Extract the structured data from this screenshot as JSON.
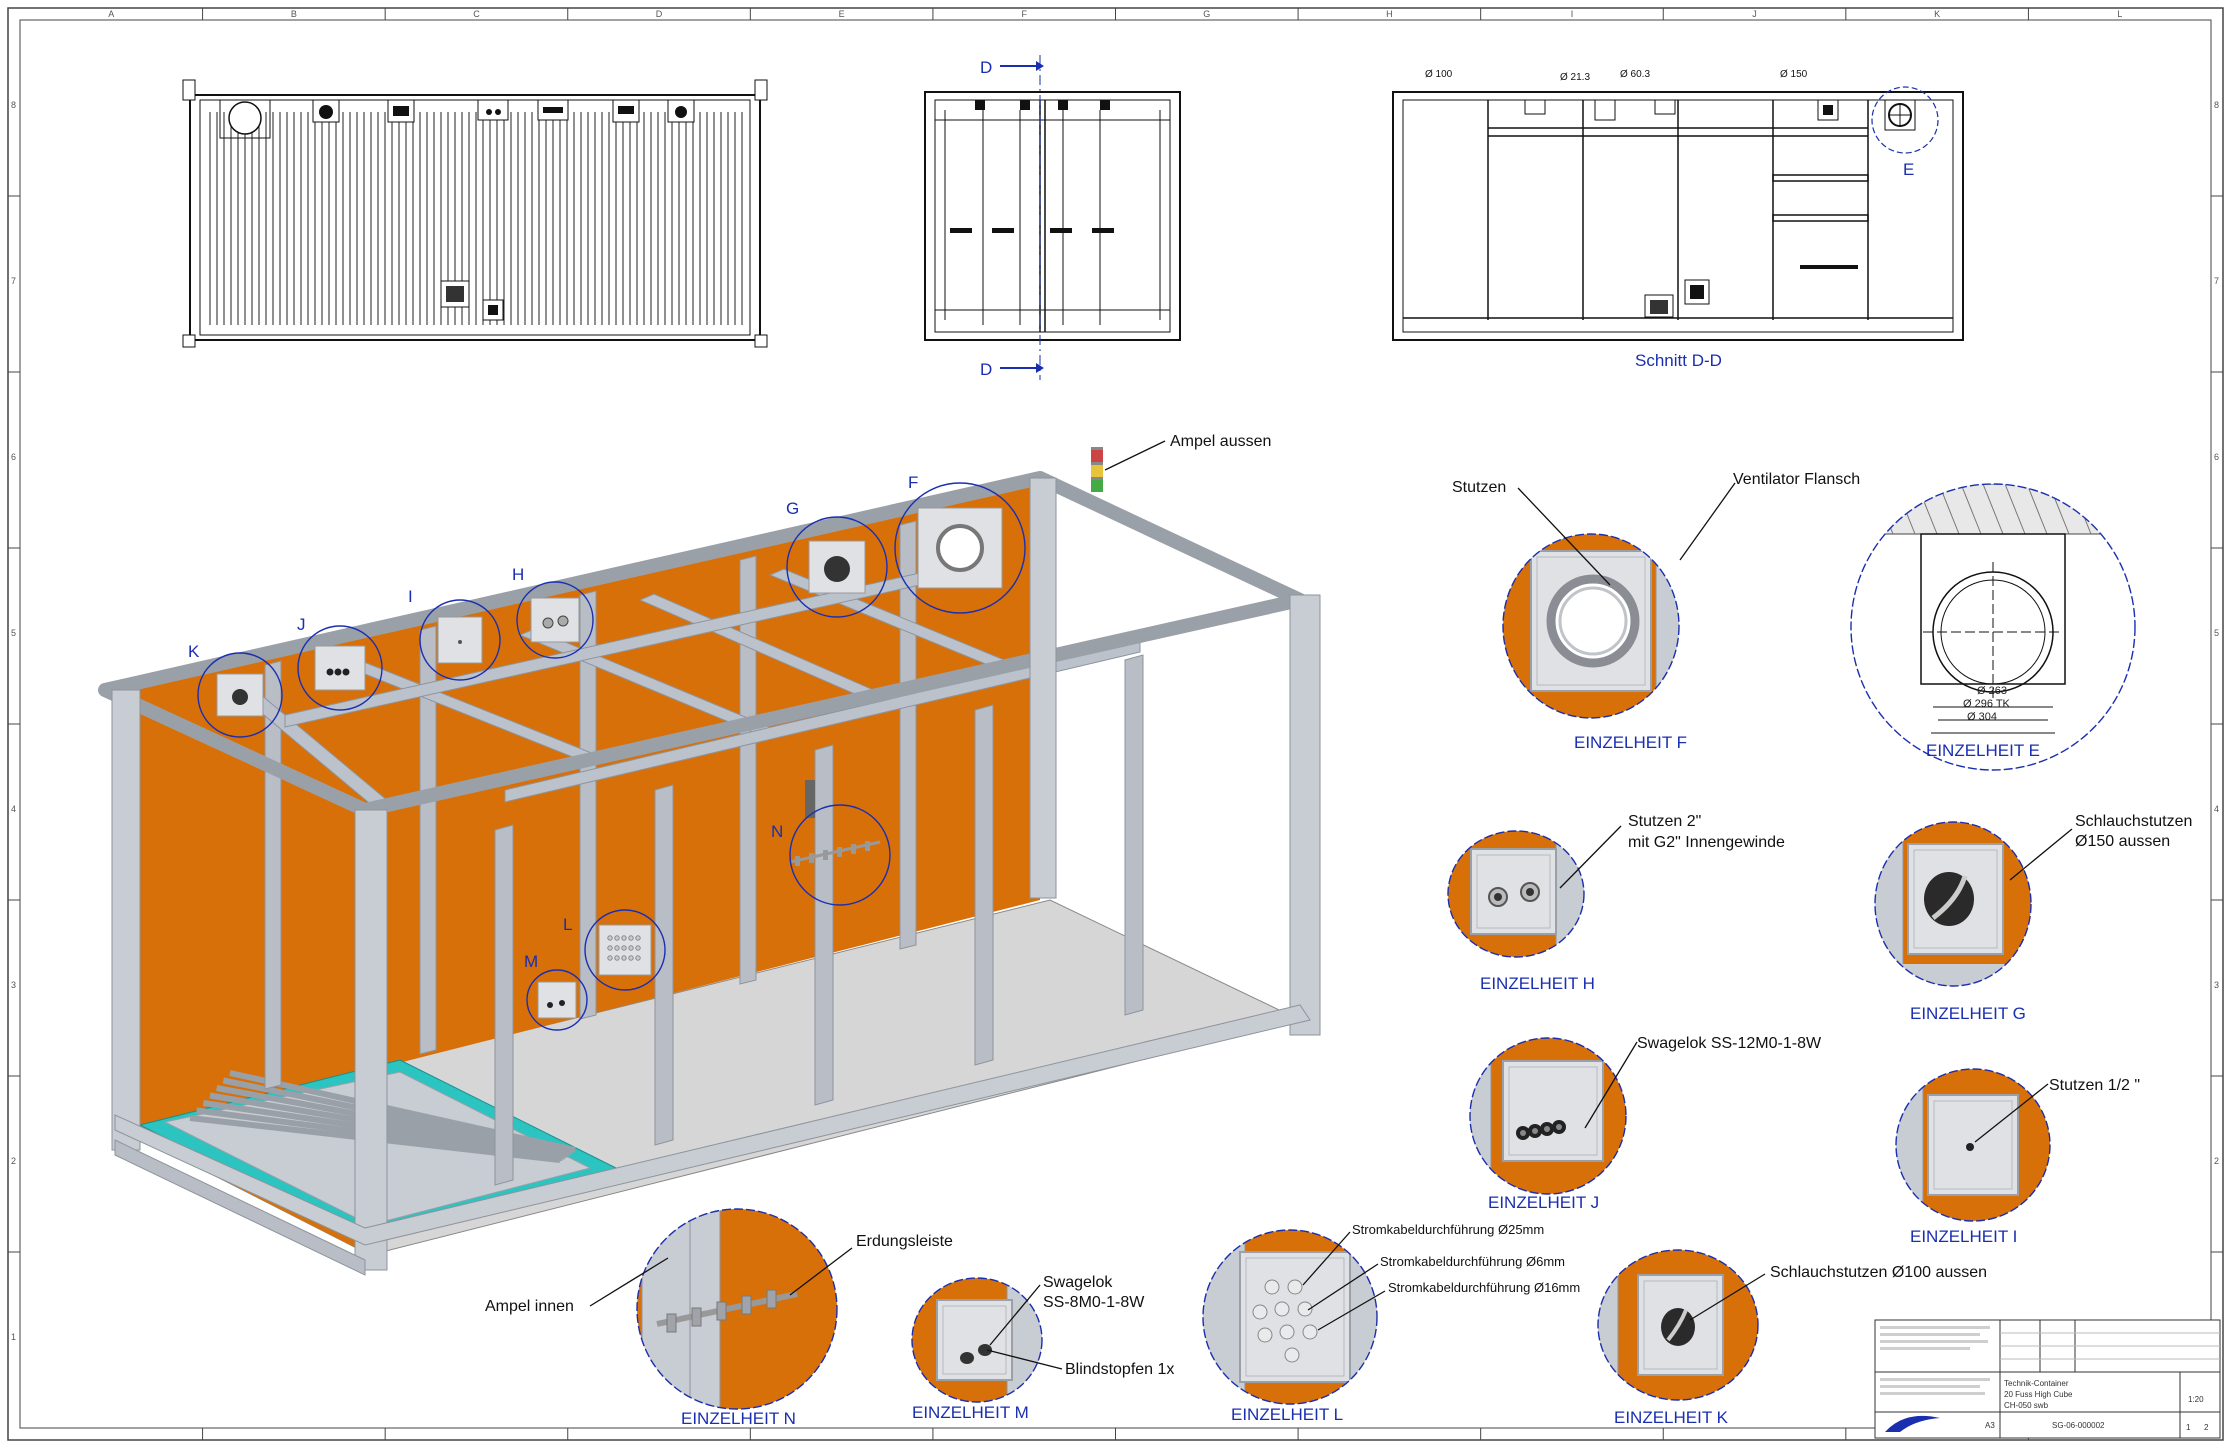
{
  "frame": {
    "columns": [
      "A",
      "B",
      "C",
      "D",
      "E",
      "F",
      "G",
      "H",
      "I",
      "J",
      "K",
      "L"
    ],
    "rows": [
      "8",
      "7",
      "6",
      "5",
      "4",
      "3",
      "2",
      "1"
    ]
  },
  "views": {
    "section_marker_top": "D",
    "section_marker_bottom": "D",
    "section_title": "Schnitt D-D",
    "section_letter_e": "E",
    "dims": [
      "Ø 100",
      "Ø 21.3",
      "Ø 60.3",
      "Ø 150"
    ]
  },
  "iso": {
    "letters": {
      "K": "K",
      "J": "J",
      "I": "I",
      "H": "H",
      "G": "G",
      "F": "F",
      "N": "N",
      "L": "L",
      "M": "M"
    },
    "ampel_aussen": "Ampel aussen",
    "ampel_innen": "Ampel innen"
  },
  "details": {
    "F": {
      "title": "EINZELHEIT F",
      "callouts": [
        "Stutzen",
        "Ventilator Flansch"
      ]
    },
    "E": {
      "title": "EINZELHEIT E",
      "dims": [
        "Ø 263",
        "Ø 296 TK",
        "Ø 304"
      ]
    },
    "H": {
      "title": "EINZELHEIT H",
      "callouts": [
        "Stutzen 2\"",
        "mit G2\" Innengewinde"
      ]
    },
    "G": {
      "title": "EINZELHEIT G",
      "callouts": [
        "Schlauchstutzen",
        "Ø150 aussen"
      ]
    },
    "J": {
      "title": "EINZELHEIT J",
      "callouts": [
        "Swagelok SS-12M0-1-8W"
      ]
    },
    "I": {
      "title": "EINZELHEIT I",
      "callouts": [
        "Stutzen 1/2 \""
      ]
    },
    "N": {
      "title": "EINZELHEIT N",
      "callouts": [
        "Erdungsleiste"
      ]
    },
    "M": {
      "title": "EINZELHEIT M",
      "callouts": [
        "Swagelok",
        "SS-8M0-1-8W",
        "Blindstopfen 1x"
      ]
    },
    "L": {
      "title": "EINZELHEIT L",
      "callouts": [
        "Stromkabeldurchführung Ø25mm",
        "Stromkabeldurchführung Ø6mm",
        "Stromkabeldurchführung Ø16mm"
      ]
    },
    "K": {
      "title": "EINZELHEIT K",
      "callouts": [
        "Schlauchstutzen Ø100 aussen"
      ]
    }
  },
  "title_block": {
    "line1": "Technik-Container",
    "line2": "20 Fuss High Cube",
    "line3": "CH-050 swb",
    "scale": "1:20",
    "drawing_no": "SG-06-000002",
    "format": "A3",
    "sheet": "1",
    "sheets": "2"
  },
  "colors": {
    "orange": "#d8700a",
    "steel": "#c8ccd3",
    "steel_dark": "#8e949c",
    "teal": "#2bc4c0",
    "floor": "#d6d6d6",
    "blue": "#1a2fb0"
  }
}
